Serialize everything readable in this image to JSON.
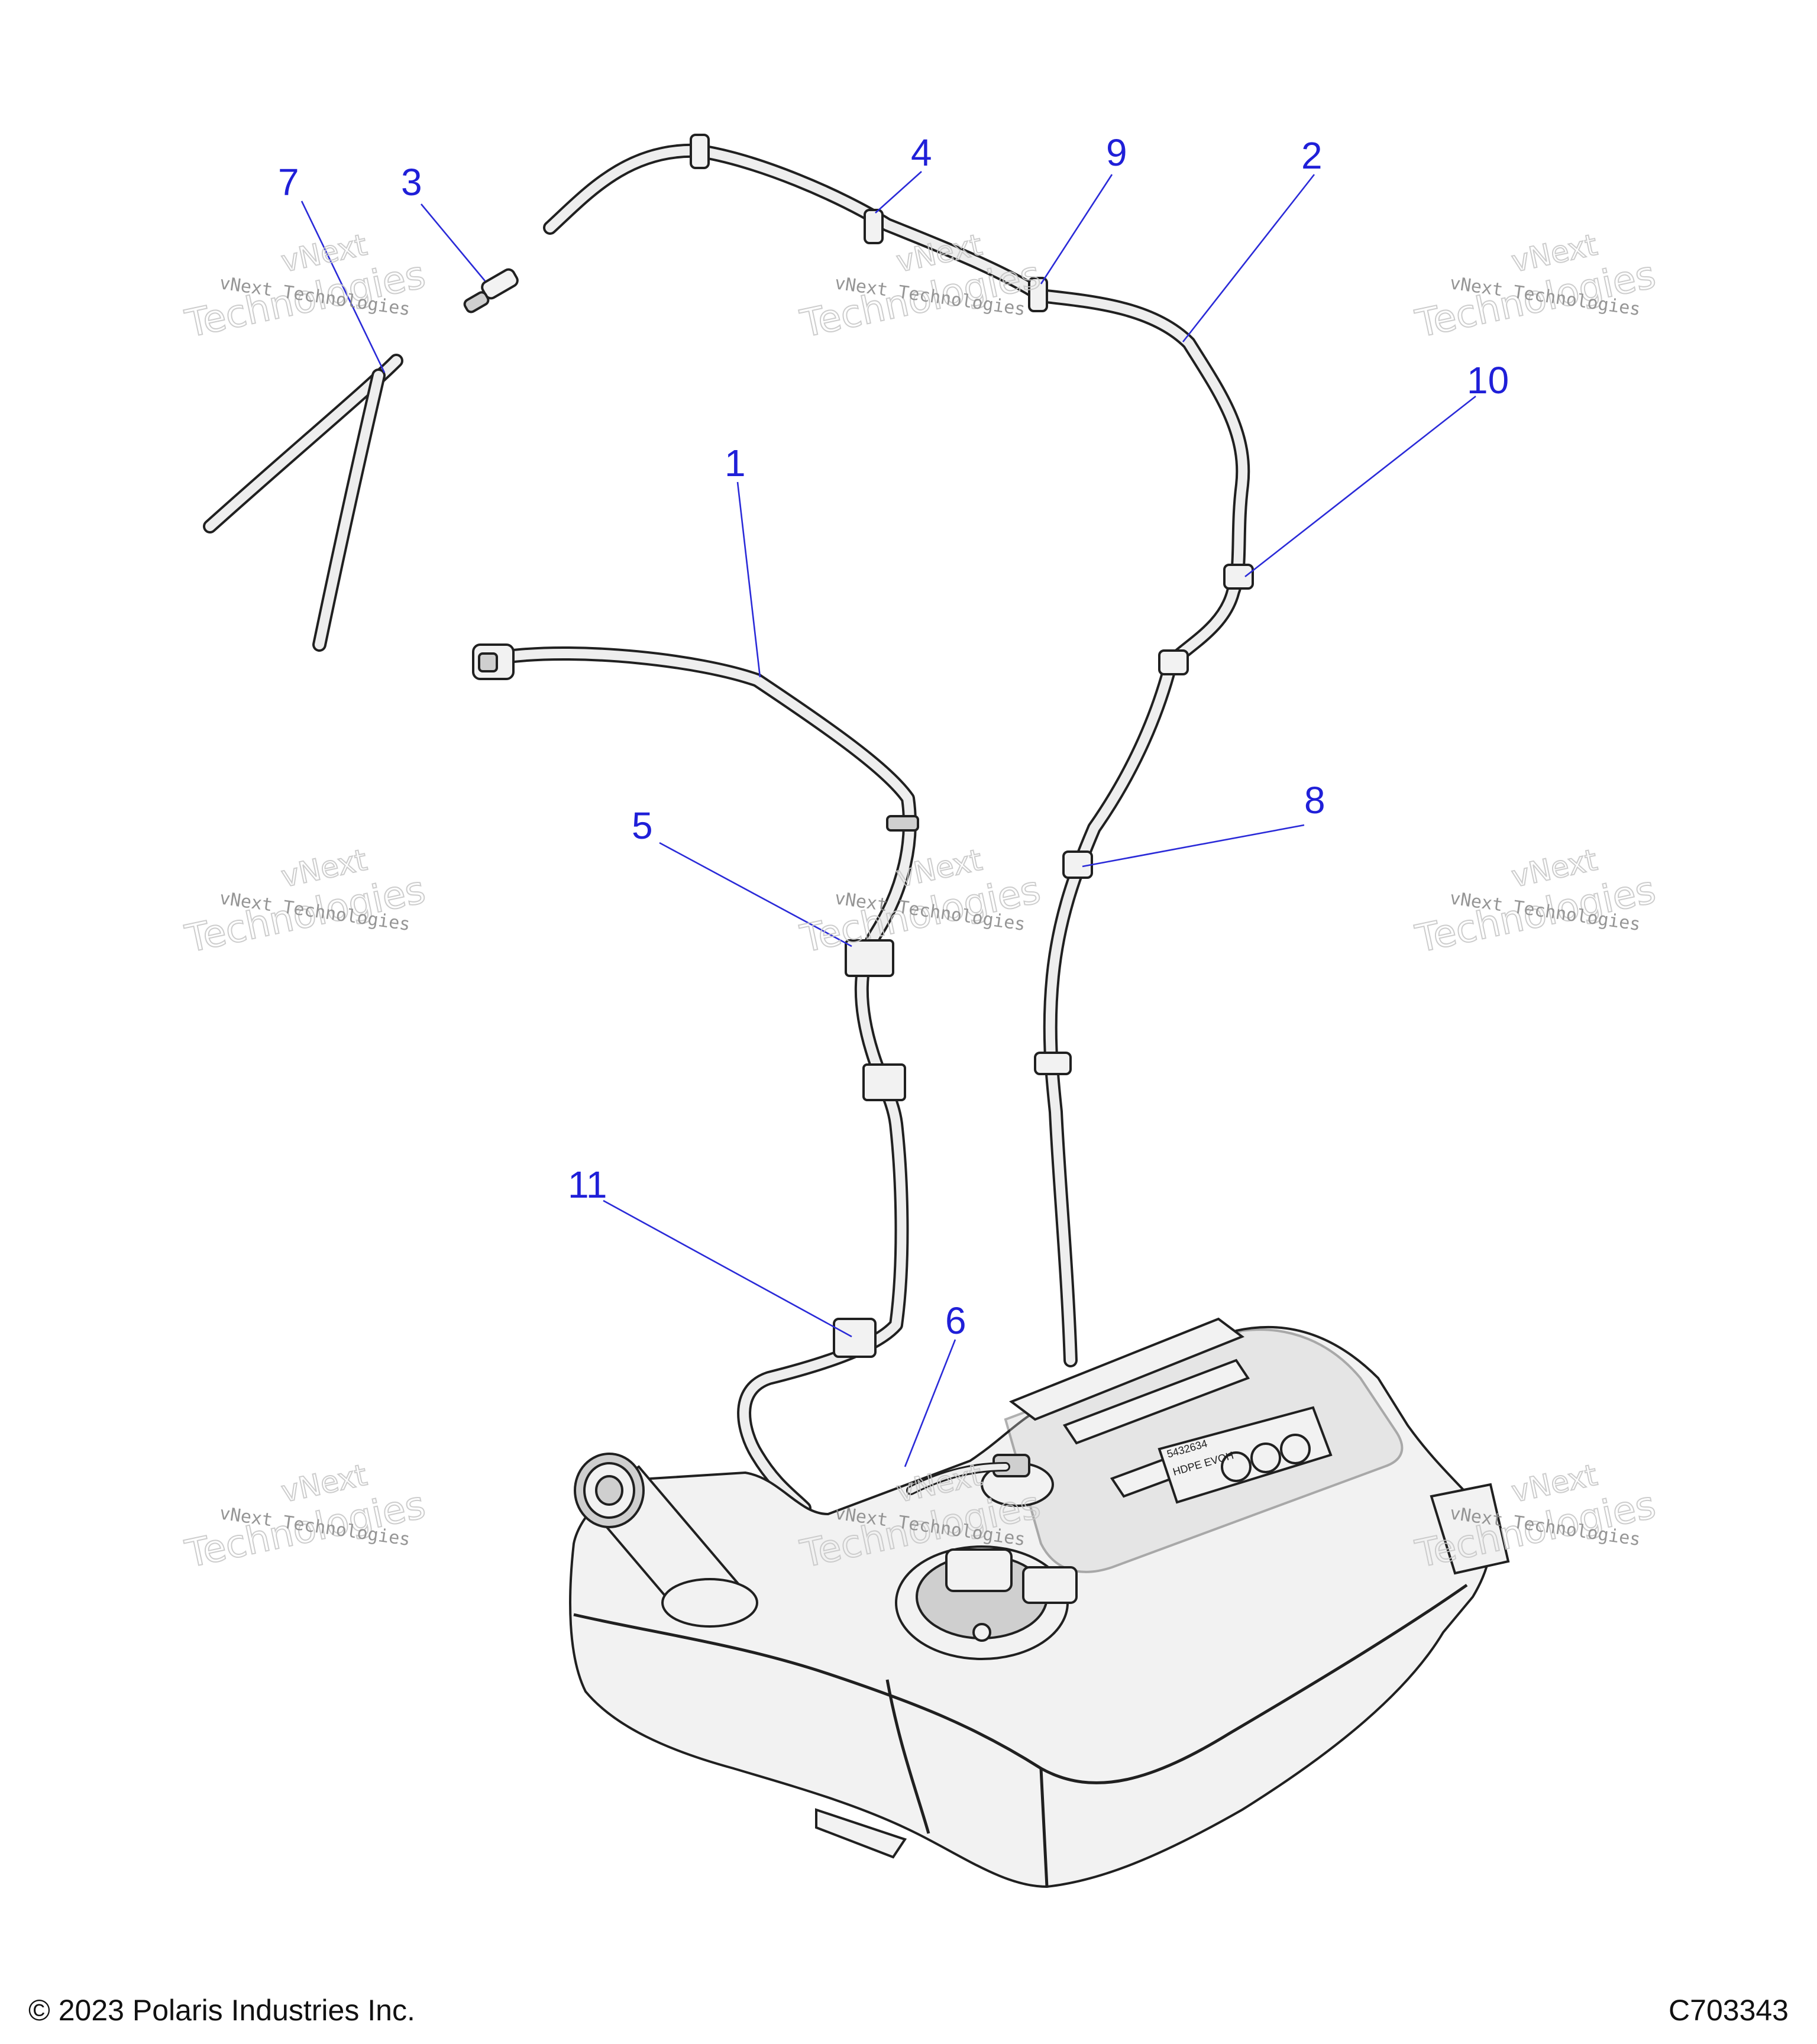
{
  "callouts": [
    {
      "label": "1"
    },
    {
      "label": "2"
    },
    {
      "label": "3"
    },
    {
      "label": "4"
    },
    {
      "label": "5"
    },
    {
      "label": "6"
    },
    {
      "label": "7"
    },
    {
      "label": "8"
    },
    {
      "label": "9"
    },
    {
      "label": "10"
    },
    {
      "label": "11"
    }
  ],
  "watermark": {
    "line1": "vNext",
    "line2": "vNext Technologies",
    "line3": "Technologies"
  },
  "tank_label": {
    "part_no": "5432634",
    "text": "HDPE EVOH"
  },
  "footer": {
    "copyright": "© 2023 Polaris Industries Inc.",
    "drawing_id": "C703343"
  },
  "colors": {
    "callout": "#1f1fd8",
    "line": "#202020",
    "watermark": "#8a8a8a"
  }
}
